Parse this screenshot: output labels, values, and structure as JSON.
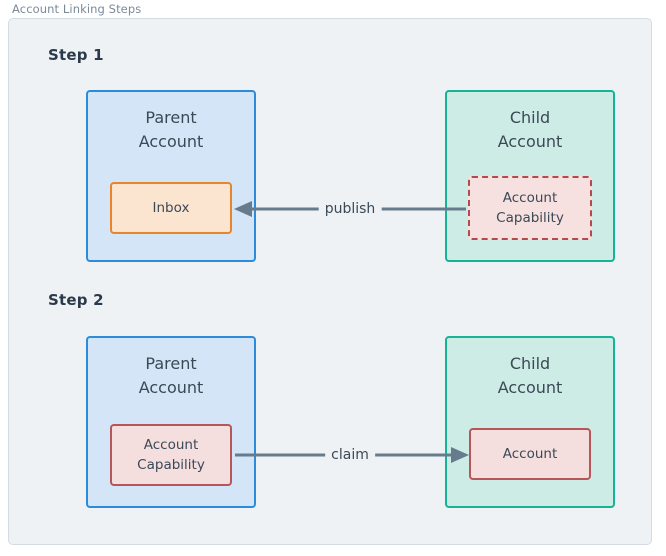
{
  "diagram": {
    "title": "Account Linking Steps",
    "colors": {
      "canvas": "#eef2f5",
      "frame_border": "#d3dce4",
      "parent_fill": "#d3e5f7",
      "parent_border": "#2b8cdc",
      "child_fill": "#cdece6",
      "child_border": "#16b397",
      "inbox_fill": "#fce5d0",
      "inbox_border": "#e8852c",
      "capability_fill": "#f7e0e0",
      "capability_border": "#b5494b",
      "edge": "#667b8c",
      "text": "#3b4956",
      "heading": "#2b3a4a",
      "title_text": "#7b8a9b"
    },
    "steps": [
      {
        "label": "Step 1",
        "left_box": {
          "title": "Parent\nAccount",
          "type": "parent-account",
          "inner": {
            "label": "Inbox",
            "style": "solid-orange"
          }
        },
        "right_box": {
          "title": "Child\nAccount",
          "type": "child-account",
          "inner": {
            "label": "Account\nCapability",
            "style": "dashed-red"
          }
        },
        "edge": {
          "label": "publish",
          "direction": "right-to-left"
        }
      },
      {
        "label": "Step 2",
        "left_box": {
          "title": "Parent\nAccount",
          "type": "parent-account",
          "inner": {
            "label": "Account\nCapability",
            "style": "solid-red"
          }
        },
        "right_box": {
          "title": "Child\nAccount",
          "type": "child-account",
          "inner": {
            "label": "Account",
            "style": "solid-red"
          }
        },
        "edge": {
          "label": "claim",
          "direction": "left-to-right"
        }
      }
    ]
  }
}
